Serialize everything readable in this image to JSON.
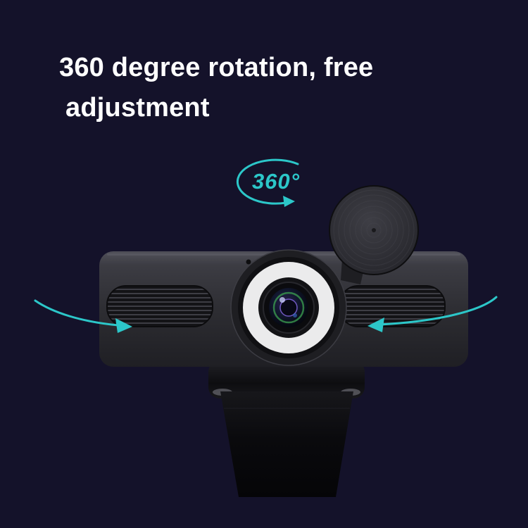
{
  "page": {
    "background_color": "#14122a"
  },
  "heading": {
    "line1": "360 degree rotation, free",
    "line2": "adjustment"
  },
  "rotation_badge": {
    "label": "360°"
  },
  "colors": {
    "accent_cyan": "#2cc7c9",
    "heading_text": "#ffffff",
    "background_navy": "#14122a",
    "webcam_body_gray": "#36363c",
    "ring_light_white": "#ebebec",
    "stand_black": "#0b0b0d"
  },
  "icons": {
    "rotation_circle_arrows": "rotation-arrows-icon",
    "rotation_ellipse_arrows": "rotation-ellipse-arrows-icon"
  }
}
